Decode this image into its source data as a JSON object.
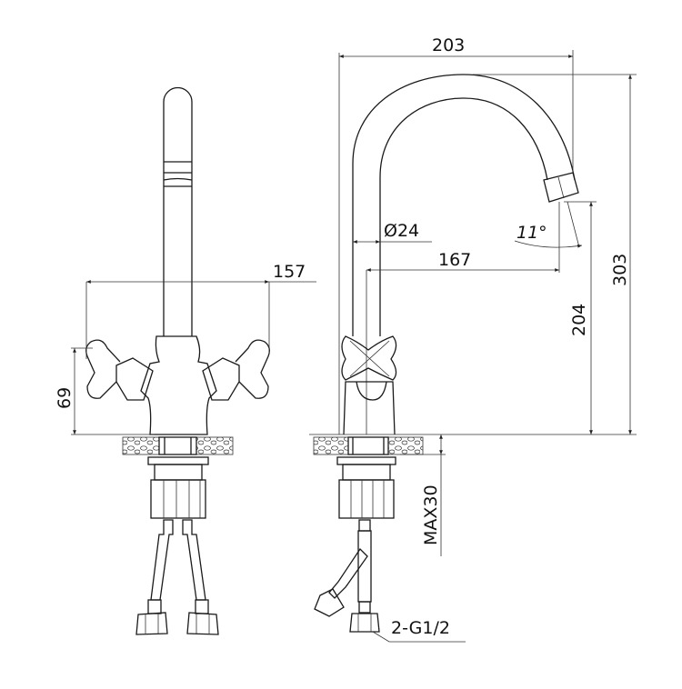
{
  "diagram": {
    "title": "Faucet dimension drawing",
    "front_view": {
      "dimensions": {
        "width": "157",
        "handle_height": "69"
      }
    },
    "side_view": {
      "dimensions": {
        "reach_total": "203",
        "height_total": "303",
        "spout_height": "204",
        "spout_reach": "167",
        "pipe_diameter": "Ø24",
        "spout_angle": "11°",
        "max_counter_thickness": "MAX30",
        "connection": "2-G1/2"
      }
    },
    "colors": {
      "line": "#1a1a1a",
      "background": "#ffffff"
    }
  }
}
